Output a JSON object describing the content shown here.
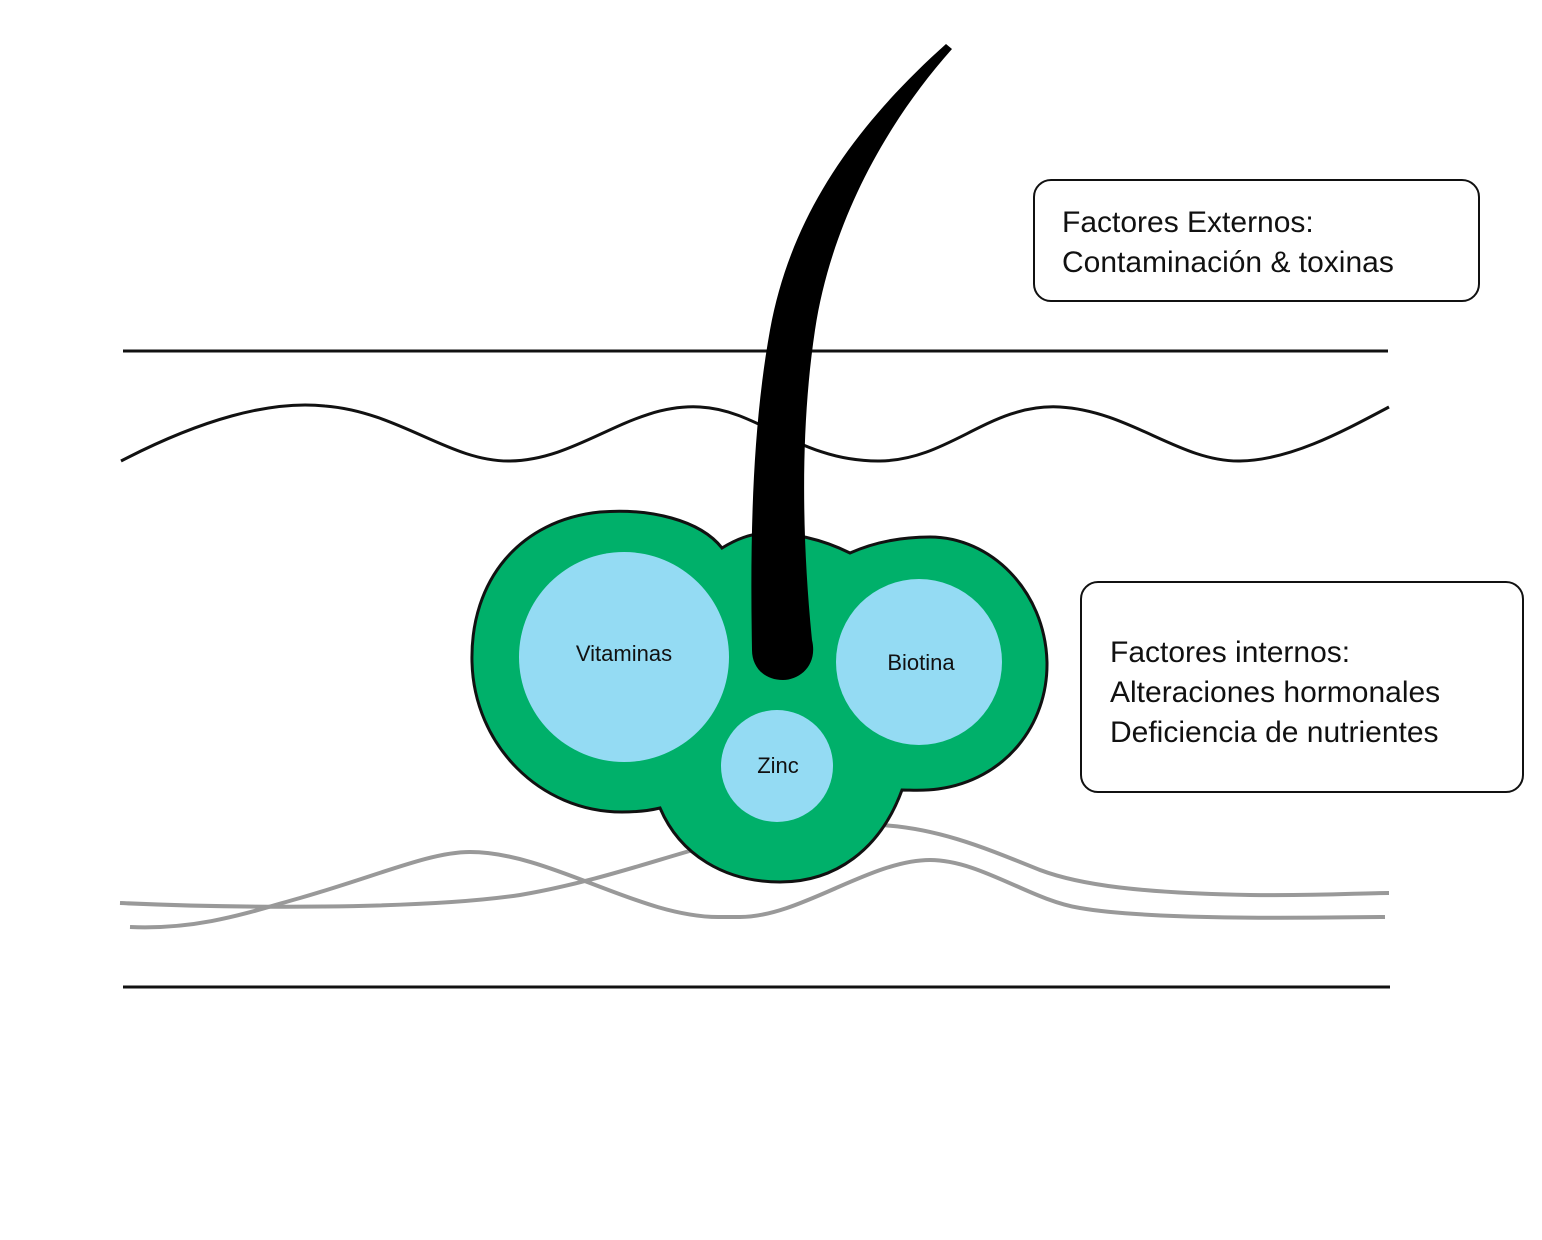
{
  "diagram": {
    "title": "",
    "colors": {
      "line": "#111111",
      "hair": "#000000",
      "follicle": "#00b06a",
      "nutrient": "#94dbf3",
      "fiber": "#999999",
      "background": "#ffffff"
    },
    "nutrients": [
      {
        "id": "vitaminas",
        "label": "Vitaminas"
      },
      {
        "id": "biotina",
        "label": "Biotina"
      },
      {
        "id": "zinc",
        "label": "Zinc"
      }
    ],
    "callouts": {
      "external": {
        "heading": "Factores Externos:",
        "lines": [
          "Contaminación & toxinas"
        ]
      },
      "internal": {
        "heading": "Factores internos:",
        "lines": [
          "Alteraciones hormonales",
          "Deficiencia de nutrientes"
        ]
      }
    }
  }
}
